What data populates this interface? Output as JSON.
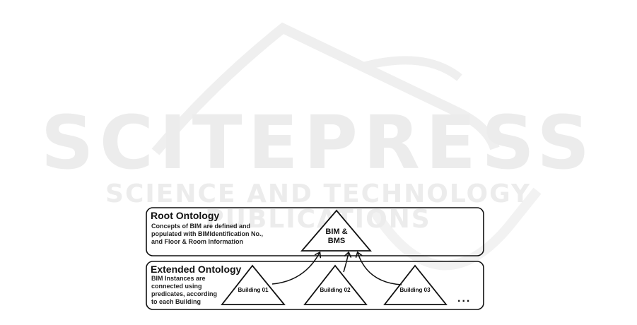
{
  "watermark": {
    "main": "SCITEPRESS",
    "sub": "SCIENCE AND TECHNOLOGY PUBLICATIONS"
  },
  "root_box": {
    "title": "Root Ontology",
    "description_lines": [
      "Concepts of BIM are defined and",
      "populated with BIMIdentification No.,",
      "and Floor & Room Information"
    ],
    "node_label_lines": [
      "BIM &",
      "BMS"
    ]
  },
  "extended_box": {
    "title": "Extended Ontology",
    "description_lines": [
      "BIM Instances are",
      "connected using",
      "predicates, according",
      "to each Building"
    ],
    "buildings": [
      "Building 01",
      "Building 02",
      "Building 03"
    ],
    "ellipsis": "..."
  },
  "colors": {
    "stroke": "#111111",
    "watermark": "#ececec",
    "background": "#ffffff"
  }
}
